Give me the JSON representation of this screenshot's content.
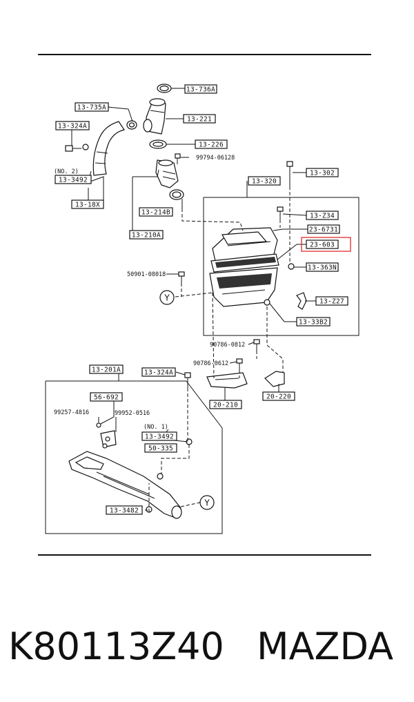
{
  "callouts": {
    "c1": "13-736A",
    "c2": "13-735A",
    "c3": "13-221",
    "c4": "13-324A",
    "c5": "13-226",
    "c6": "13-3492",
    "c7": "13-18X",
    "c8": "13-320",
    "c9": "13-302",
    "c10": "13-214B",
    "c11": "13-210A",
    "c12": "13-Z34",
    "c13": "23-6731",
    "c14": "23-603",
    "c15": "13-363N",
    "c16": "13-Z27",
    "c17": "13-33B2",
    "c18": "13-201A",
    "c19": "13-324A",
    "c20": "56-692",
    "c21": "20-210",
    "c22": "20-220",
    "c23": "13-3492",
    "c24": "50-335",
    "c25": "13-3482"
  },
  "plain_labels": {
    "p1": "99794-06128",
    "p2": "(NO. 2)",
    "p3": "50901-08018",
    "p4": "90786-0812",
    "p5": "90786-0612",
    "p6": "99257-4816",
    "p7": "99952-0516",
    "p8": "(NO. 1)"
  },
  "reference_marks": {
    "upper": "Y",
    "lower": "Y"
  },
  "highlight_color": "#e03a3a",
  "caption": {
    "part_number": "K80113Z40",
    "brand": "MAZDA"
  }
}
